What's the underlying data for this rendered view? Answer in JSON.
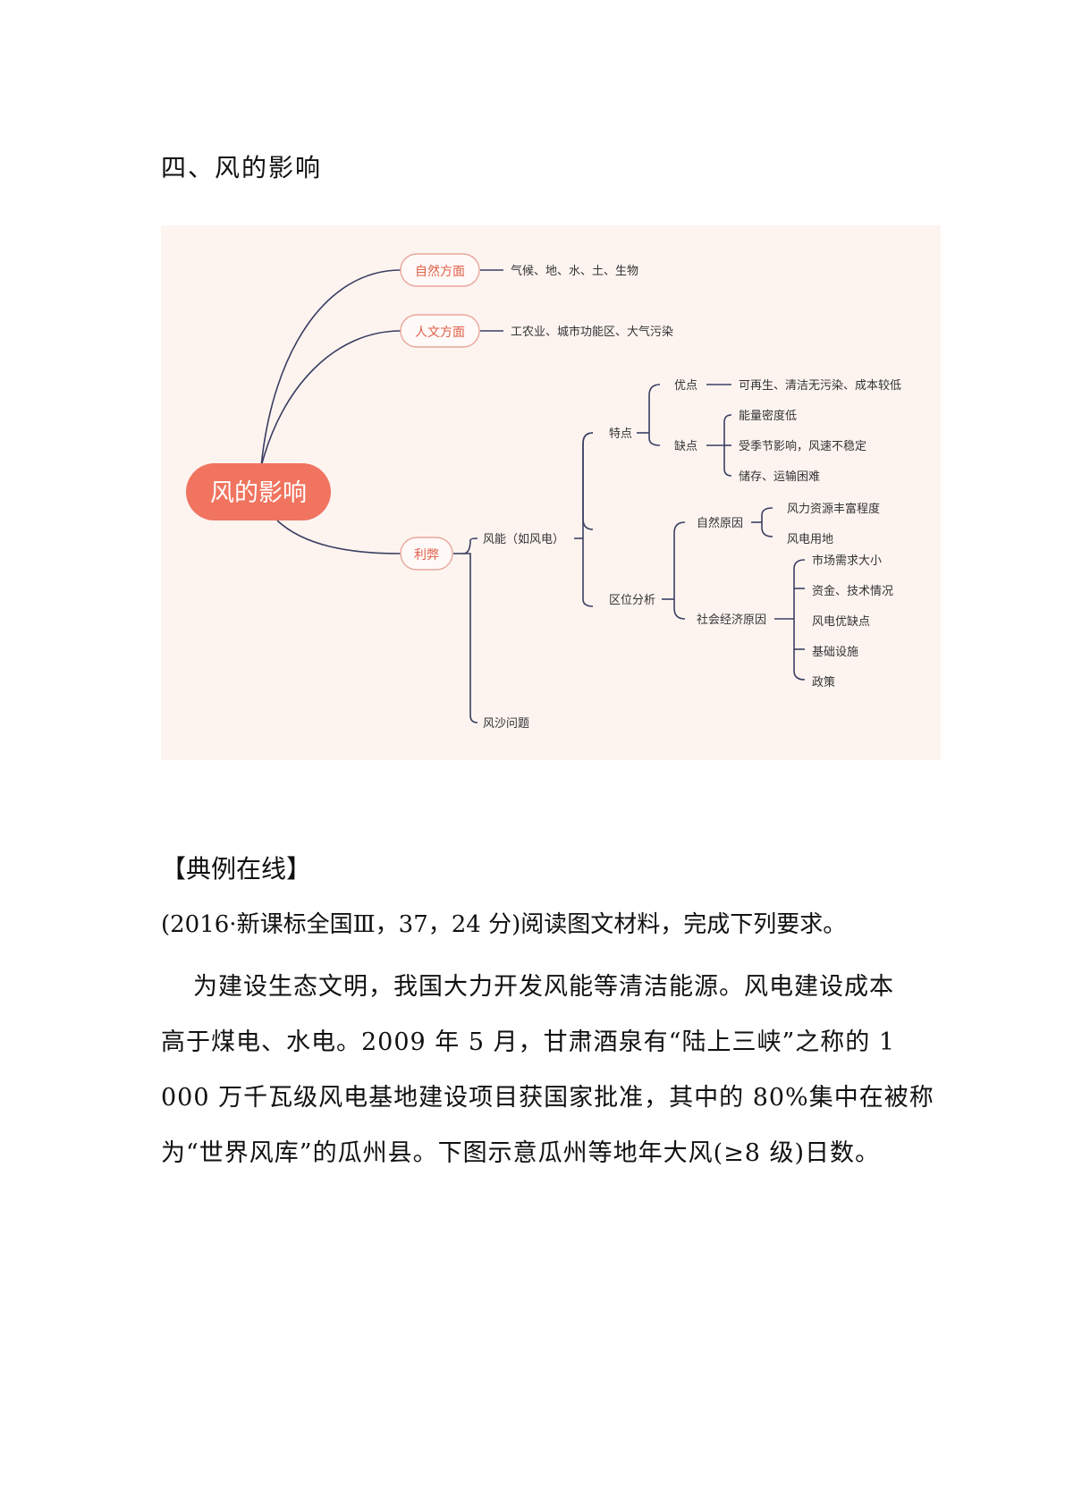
{
  "heading": "四、风的影响",
  "mindmap": {
    "central": "风的影响",
    "nodes": {
      "ziran": "自然方面",
      "renwen": "人文方面",
      "libi": "利弊",
      "ziran_detail": "气候、地、水、土、生物",
      "renwen_detail": "工农业、城市功能区、大气污染",
      "fengneng": "风能（如风电）",
      "fengsha": "风沙问题",
      "tedian": "特点",
      "quwei": "区位分析",
      "youdian": "优点",
      "quedian": "缺点",
      "youdian_detail": "可再生、清洁无污染、成本较低",
      "quedian_1": "能量密度低",
      "quedian_2": "受季节影响，风速不稳定",
      "quedian_3": "储存、运输困难",
      "ziran_yuanyin": "自然原因",
      "shehui_yuanyin": "社会经济原因",
      "ziran_yy_1": "风力资源丰富程度",
      "ziran_yy_2": "风电用地",
      "shehui_1": "市场需求大小",
      "shehui_2": "资金、技术情况",
      "shehui_3": "风电优缺点",
      "shehui_4": "基础设施",
      "shehui_5": "政策"
    },
    "colors": {
      "central_fill": "#f0745f",
      "pill_text": "#e0604a",
      "pill_border": "#e8a79a",
      "line": "#3b3f63",
      "background": "#fdf4f0"
    }
  },
  "section_title": "【典例在线】",
  "source": "(2016·新课标全国Ⅲ，37，24 分)阅读图文材料，完成下列要求。",
  "paragraph": {
    "line1": "为建设生态文明，我国大力开发风能等清洁能源。风电建设成本",
    "line2": "高于煤电、水电。2009 年 5 月，甘肃酒泉有“陆上三峡”之称的 1",
    "line3": "000 万千瓦级风电基地建设项目获国家批准，其中的 80%集中在被称",
    "line4": "为“世界风库”的瓜州县。下图示意瓜州等地年大风(≥8 级)日数。"
  }
}
